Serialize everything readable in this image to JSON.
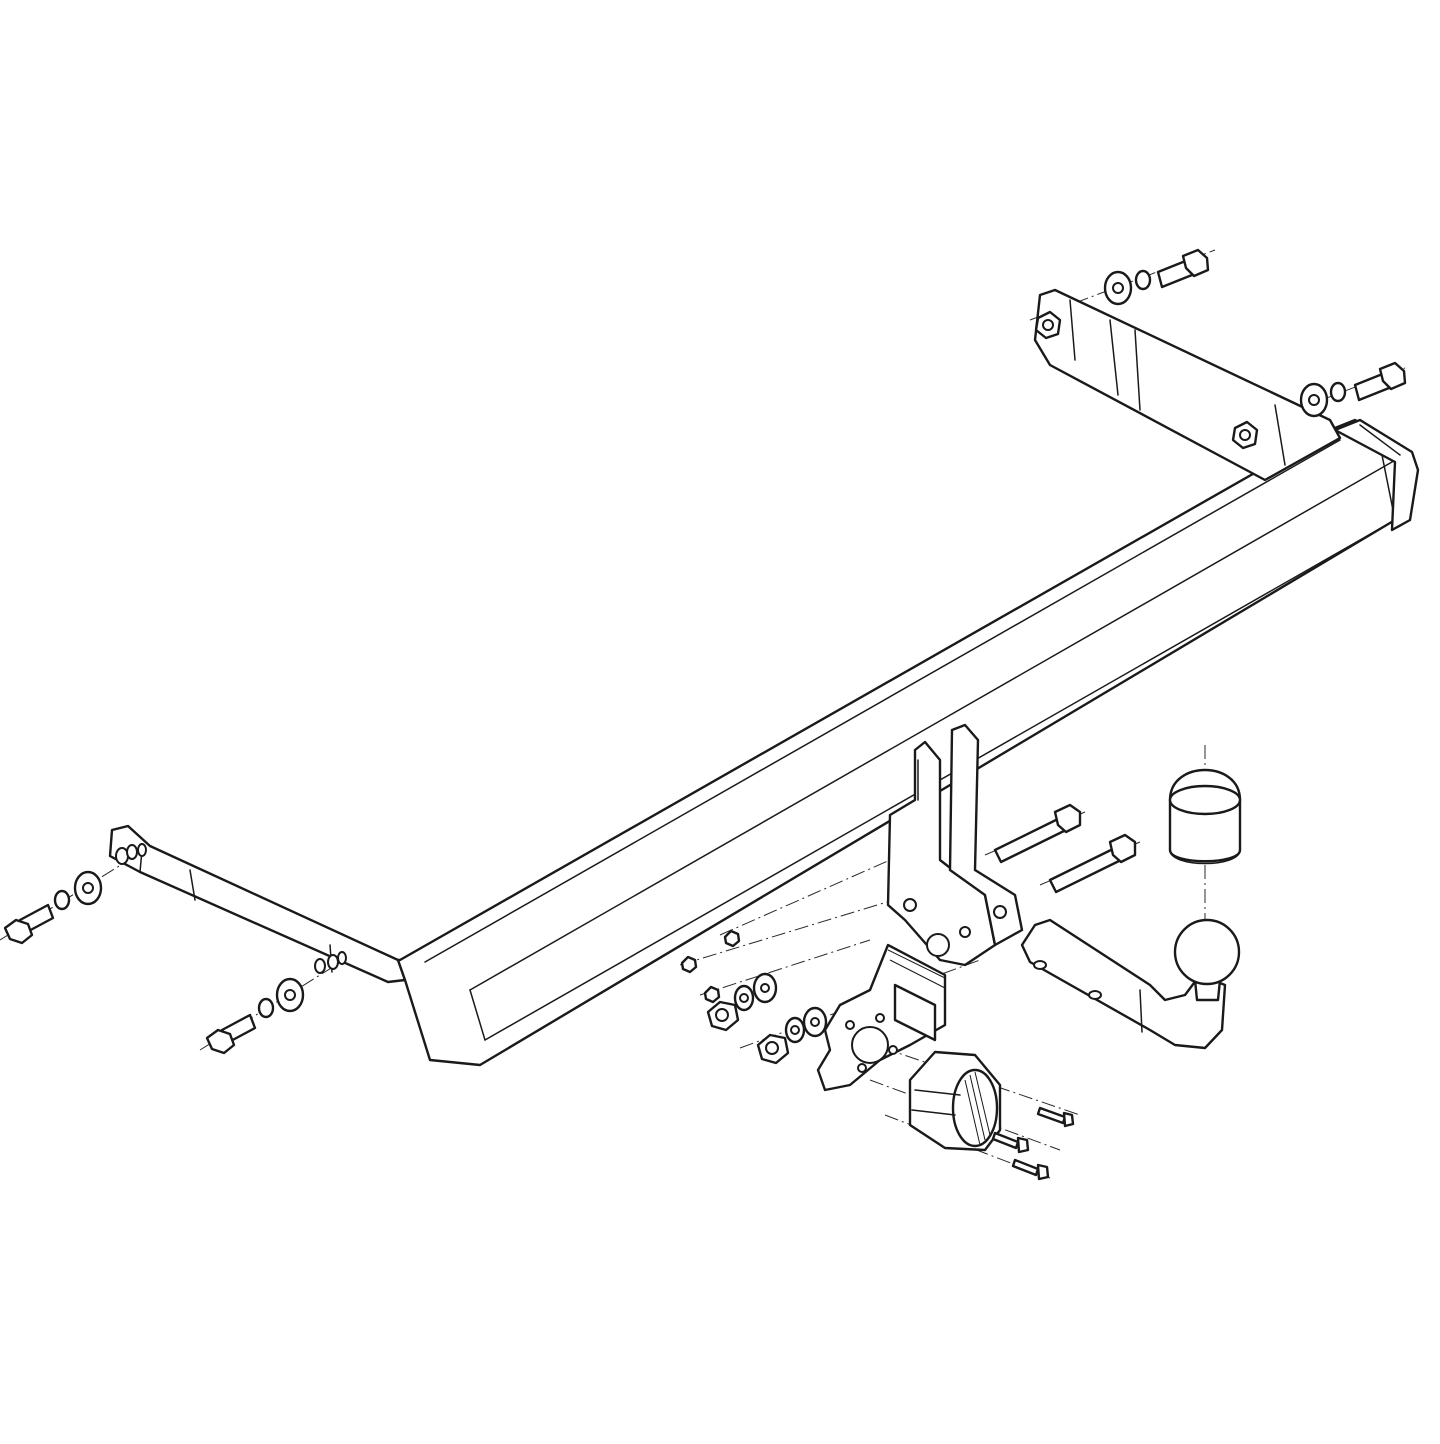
{
  "diagram": {
    "type": "exploded-assembly-drawing",
    "parts": [
      {
        "id": "crossbar",
        "icon": "tow-bar-crossbeam"
      },
      {
        "id": "left-side-bracket",
        "icon": "mounting-bracket"
      },
      {
        "id": "right-side-bracket",
        "icon": "mounting-bracket"
      },
      {
        "id": "center-socket-bracket",
        "icon": "hitch-bracket"
      },
      {
        "id": "tow-ball-neck",
        "icon": "tow-ball"
      },
      {
        "id": "ball-cover-cap",
        "icon": "protective-cap"
      },
      {
        "id": "electrical-socket",
        "icon": "trailer-socket"
      },
      {
        "id": "socket-plate",
        "icon": "socket-mounting-plate"
      },
      {
        "id": "fasteners",
        "icon": "bolt-washer-nut-set"
      }
    ]
  },
  "colors": {
    "line": "#1a1a1a",
    "background": "#ffffff"
  }
}
